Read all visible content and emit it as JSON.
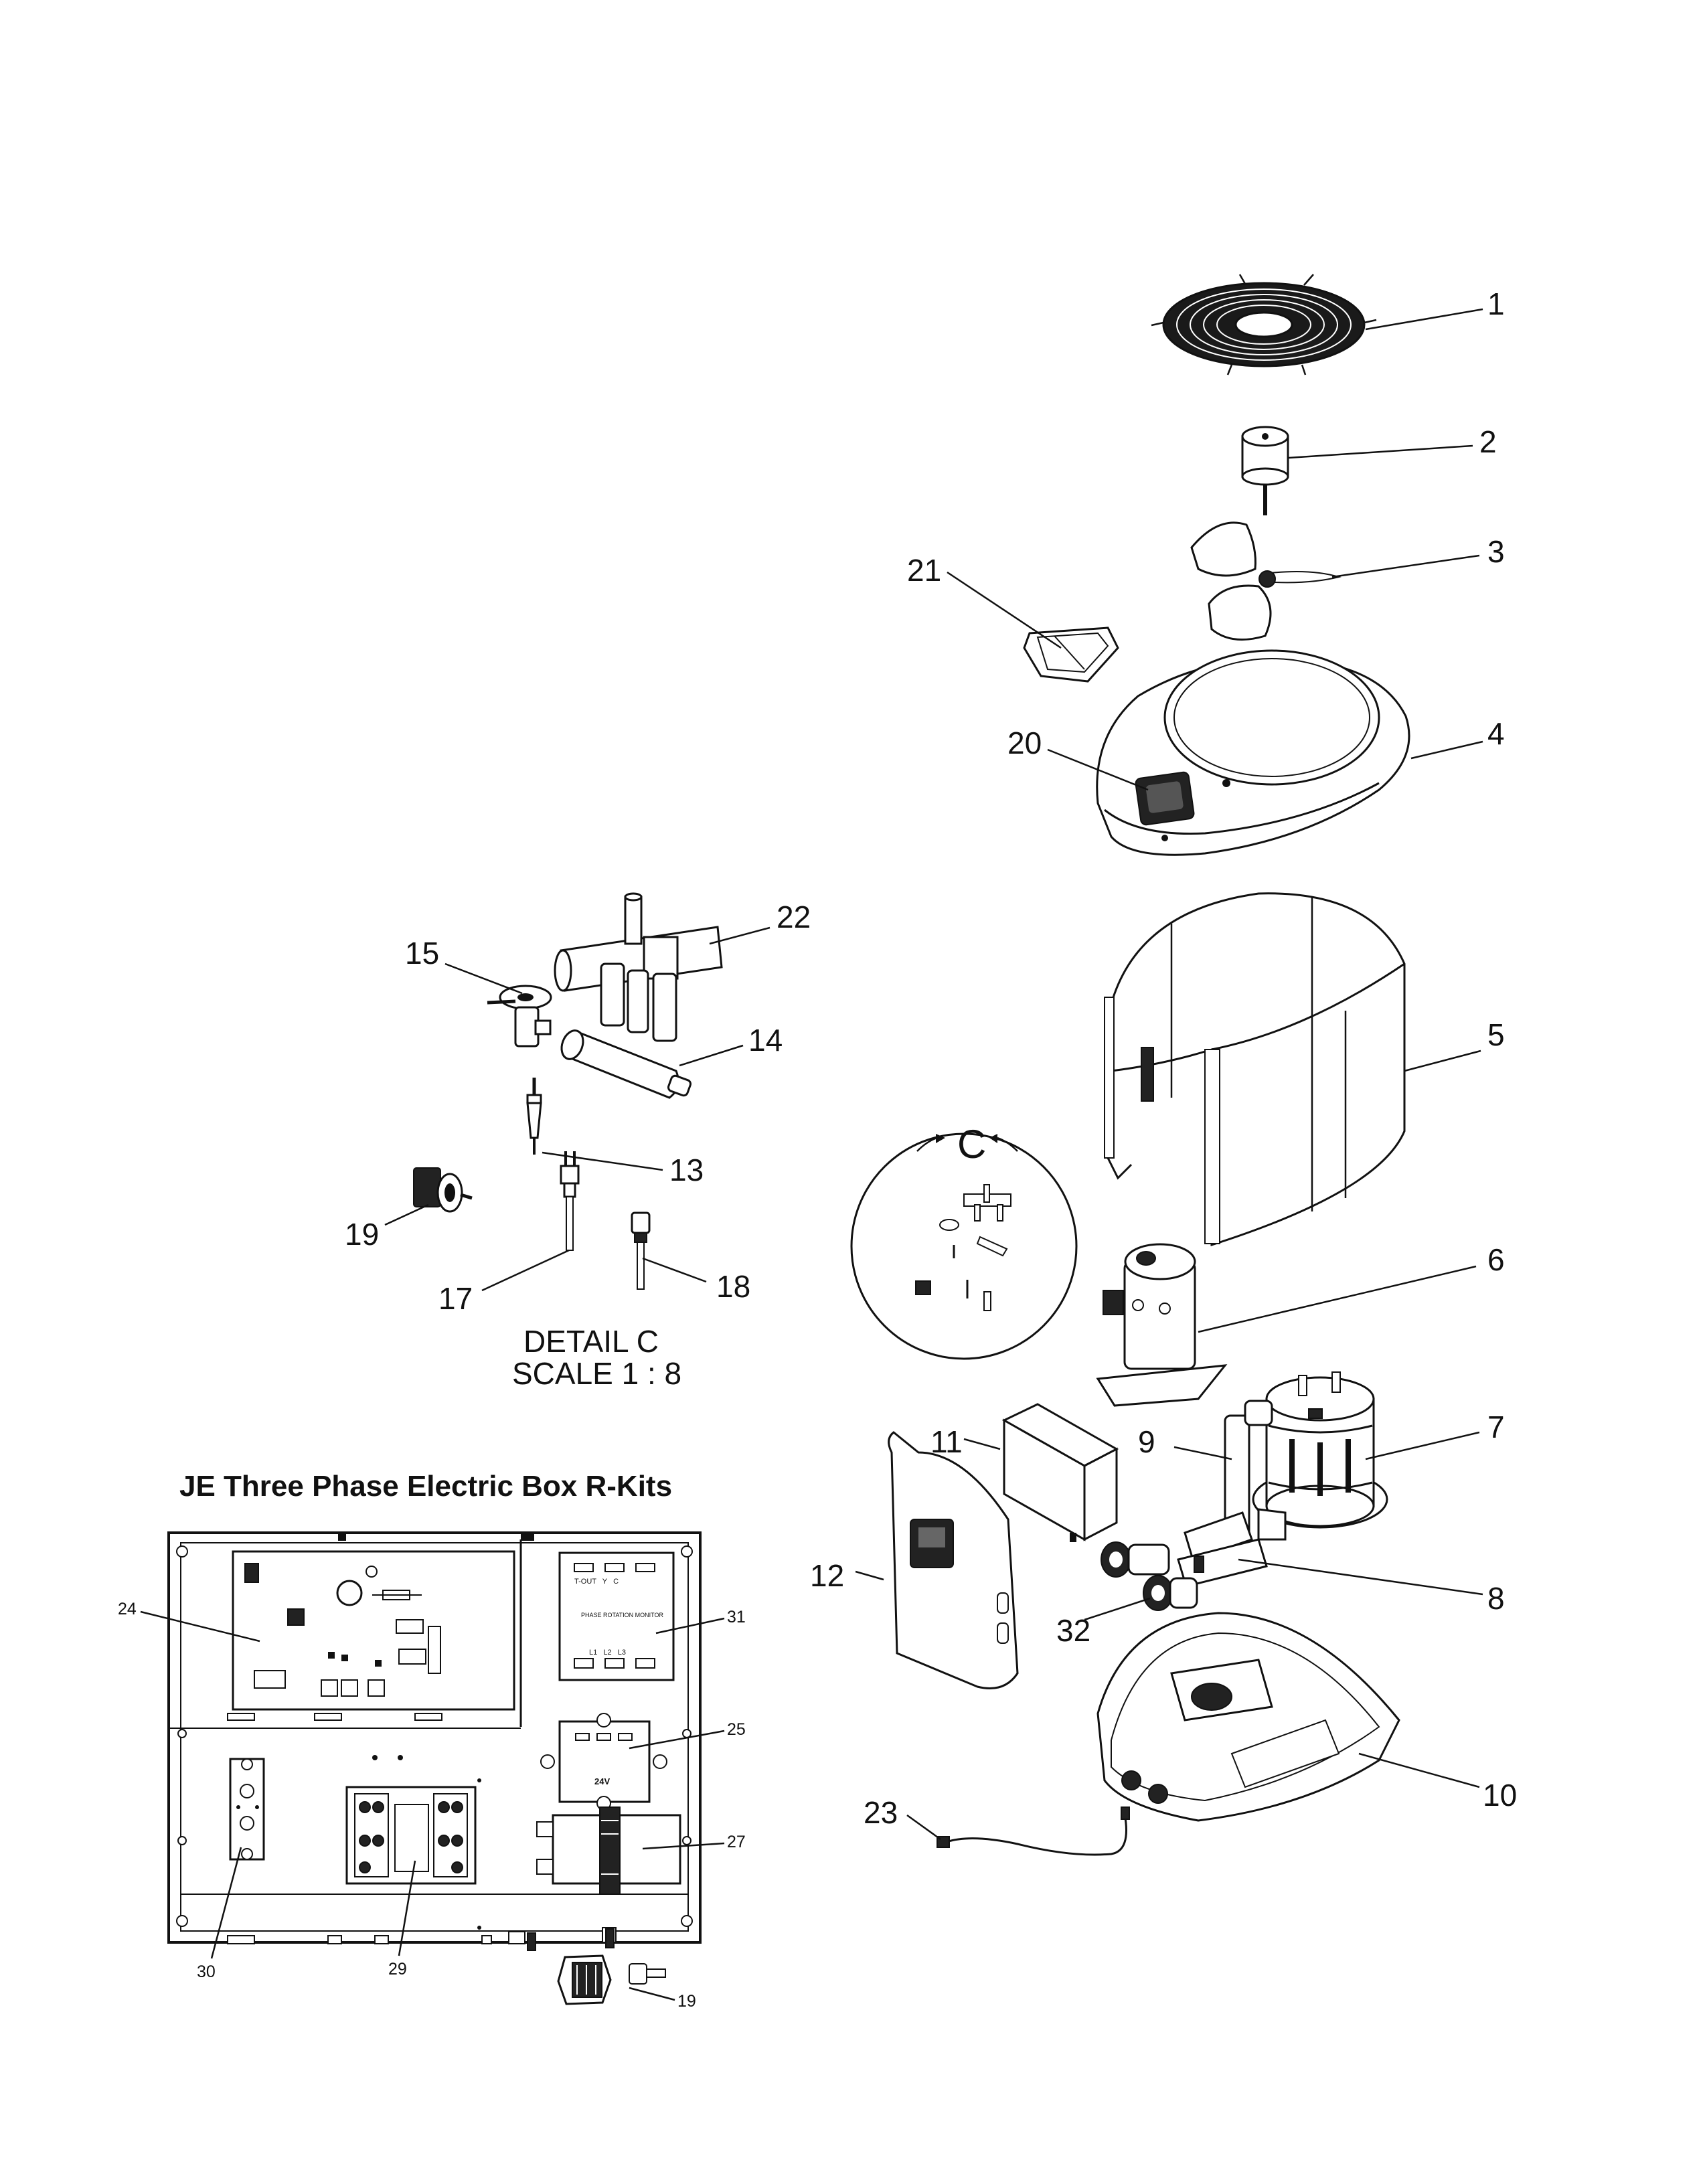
{
  "callouts": {
    "c1": "1",
    "c2": "2",
    "c3": "3",
    "c4": "4",
    "c5": "5",
    "c6": "6",
    "c7": "7",
    "c8": "8",
    "c9": "9",
    "c10": "10",
    "c11": "11",
    "c12": "12",
    "c13": "13",
    "c14": "14",
    "c15": "15",
    "c17": "17",
    "c18": "18",
    "c19": "19",
    "c20": "20",
    "c21": "21",
    "c22": "22",
    "c23": "23",
    "c32": "32"
  },
  "detail": {
    "marker": "C",
    "title": "DETAIL C",
    "scale": "SCALE 1 : 8"
  },
  "electric_box": {
    "title": "JE Three Phase Electric Box R-Kits",
    "callouts": {
      "c24": "24",
      "c31": "31",
      "c25": "25",
      "c27": "27",
      "c30": "30",
      "c29": "29",
      "c19": "19"
    },
    "labels": {
      "monitor_top": "T-OUT   Y   C",
      "monitor_name": "PHASE ROTATION MONITOR",
      "monitor_bottom": "L1   L2   L3",
      "transformer": "24V"
    }
  }
}
